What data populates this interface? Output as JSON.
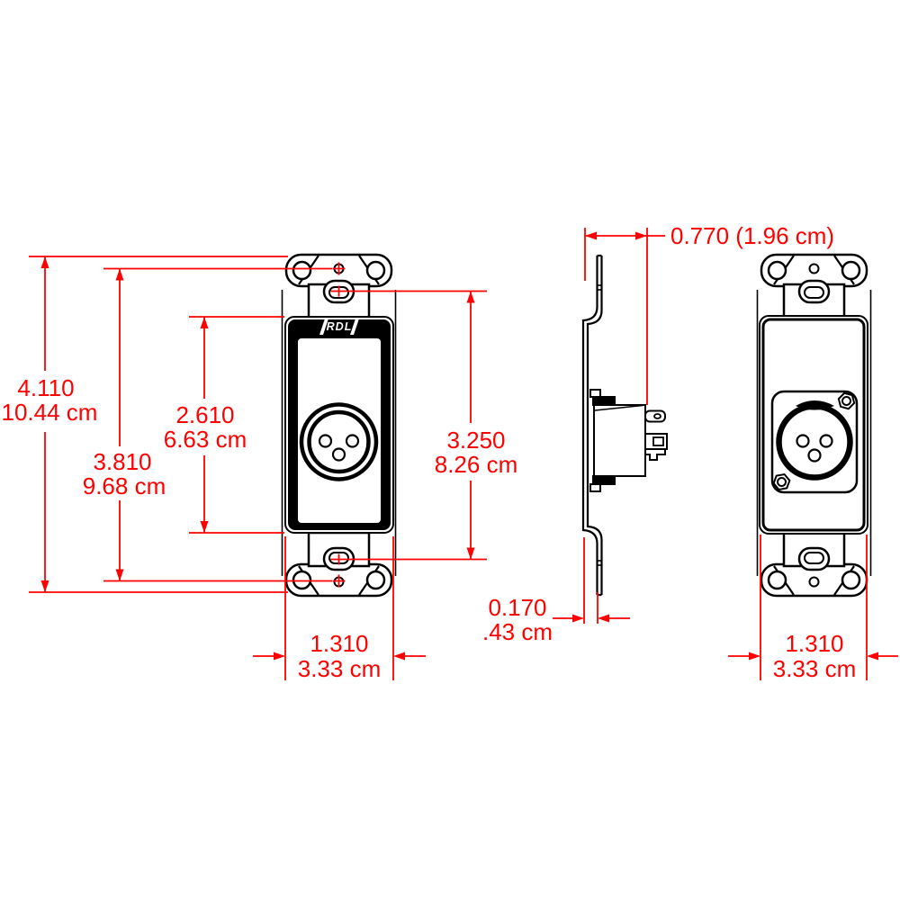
{
  "drawing": {
    "title": "wall-plate-xlr-dimensional-drawing",
    "brand": "RDL",
    "colors": {
      "dimension_red": "#ff0000",
      "line_black": "#000000",
      "background": "#ffffff"
    },
    "dims": {
      "overall_in": "4.110",
      "overall_cm": "10.44 cm",
      "holes_in": "3.810",
      "holes_cm": "9.68 cm",
      "insert_in": "2.610",
      "insert_cm": "6.63 cm",
      "slots_in": "3.250",
      "slots_cm": "8.26 cm",
      "width_front_in": "1.310",
      "width_front_cm": "3.33 cm",
      "depth": "0.770 (1.96 cm)",
      "thickness_in": "0.170",
      "thickness_cm": ".43 cm",
      "width_rear_in": "1.310",
      "width_rear_cm": "3.33 cm"
    }
  }
}
